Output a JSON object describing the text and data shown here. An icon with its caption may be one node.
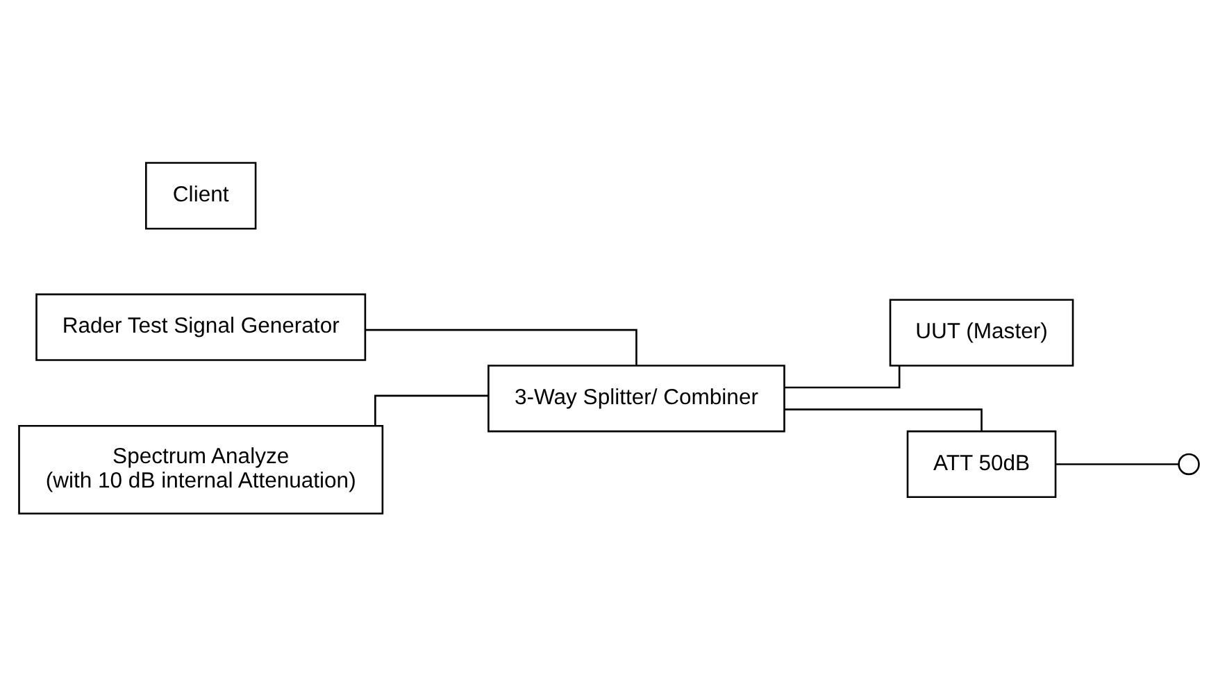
{
  "diagram": {
    "nodes": [
      {
        "text": [
          "Rader Test Signal Generator"
        ]
      },
      {
        "text": [
          "Spectrum Analyze",
          "(with 10 dB internal Attenuation)"
        ]
      },
      {
        "text": [
          "3-Way Splitter/ Combiner"
        ]
      },
      {
        "text": [
          "UUT (Master)"
        ]
      },
      {
        "text": [
          "ATT 50dB"
        ]
      },
      {
        "text": [
          "Client"
        ]
      },
      {
        "text": [],
        "shape": "circle"
      }
    ],
    "edges": [
      {
        "from": 0,
        "to": 2,
        "arrow": "none"
      },
      {
        "from": 1,
        "to": 2,
        "arrow": "none"
      },
      {
        "from": 2,
        "to": 3,
        "arrow": "none"
      },
      {
        "from": 2,
        "to": 4,
        "arrow": "none"
      },
      {
        "from": 4,
        "to": 6,
        "arrow": "none"
      }
    ]
  }
}
